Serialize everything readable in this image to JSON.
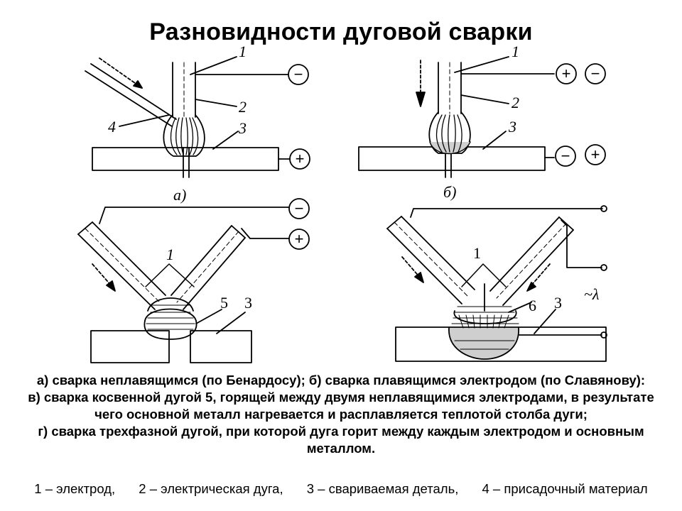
{
  "title": "Разновидности дуговой сварки",
  "panels": {
    "a": {
      "letter": "а)",
      "callouts": [
        "1",
        "2",
        "3",
        "4"
      ],
      "electrode_terminal": "−",
      "workpiece_terminal": "+"
    },
    "b": {
      "letter": "б)",
      "callouts": [
        "1",
        "2",
        "3"
      ],
      "electrode_terminals": [
        "+",
        "−"
      ],
      "workpiece_terminals": [
        "−",
        "+"
      ]
    },
    "v": {
      "callouts": [
        "1",
        "5",
        "3"
      ],
      "electrode_terminals": [
        "−",
        "+"
      ]
    },
    "g": {
      "callouts": [
        "1",
        "6",
        "3"
      ],
      "supply": "~λ"
    }
  },
  "caption": {
    "line_a_b": "а) сварка неплавящимся (по Бенардосу); б) сварка плавящимся электродом (по Славянову):",
    "line_v": "в) сварка косвенной дугой 5, горящей между двумя неплавящимися электродами, в результате чего основной металл нагревается и расплавляется теплотой столба дуги;",
    "line_g": "г) сварка трехфазной дугой, при которой дуга горит между каждым электродом и основным металлом."
  },
  "legend": [
    "1 – электрод,",
    "2 – электрическая дуга,",
    "3 – свариваемая деталь,",
    "4 – присадочный материал"
  ],
  "colors": {
    "ink": "#000000",
    "background": "#ffffff",
    "pool": "#cfcfcf"
  }
}
